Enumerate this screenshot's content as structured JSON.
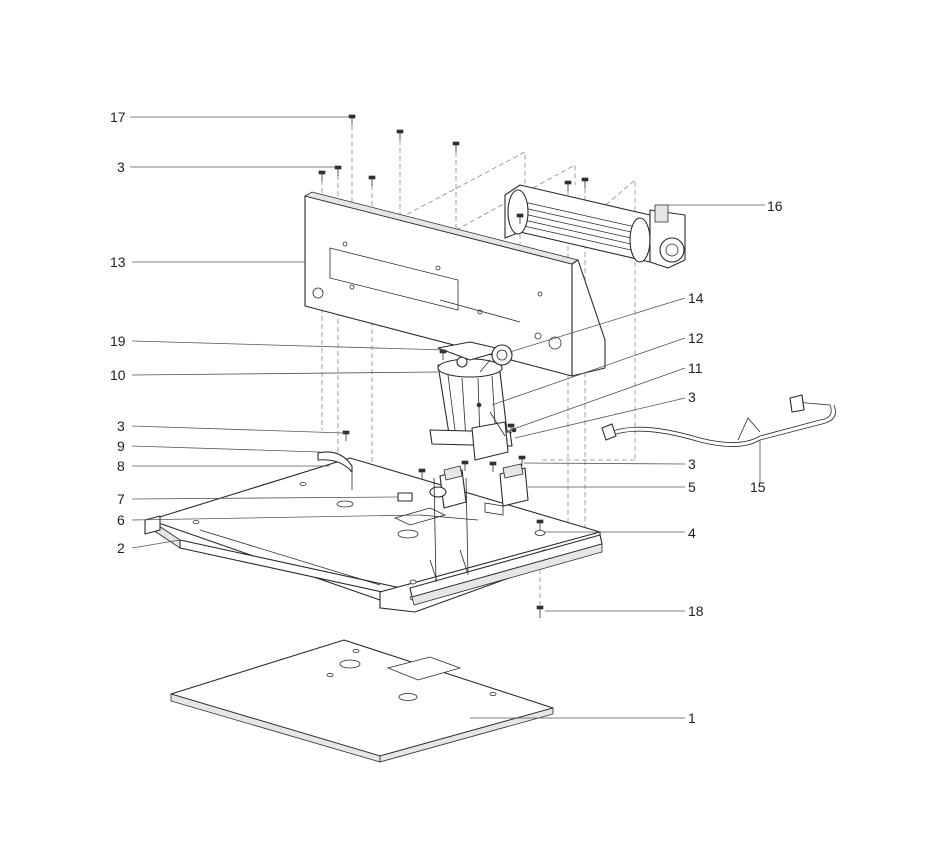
{
  "diagram": {
    "callouts": [
      {
        "id": "c17",
        "label": "17"
      },
      {
        "id": "c3a",
        "label": "3"
      },
      {
        "id": "c16",
        "label": "16"
      },
      {
        "id": "c13",
        "label": "13"
      },
      {
        "id": "c14",
        "label": "14"
      },
      {
        "id": "c19",
        "label": "19"
      },
      {
        "id": "c12",
        "label": "12"
      },
      {
        "id": "c10",
        "label": "10"
      },
      {
        "id": "c11",
        "label": "11"
      },
      {
        "id": "c3b",
        "label": "3"
      },
      {
        "id": "c3c",
        "label": "3"
      },
      {
        "id": "c9",
        "label": "9"
      },
      {
        "id": "c8",
        "label": "8"
      },
      {
        "id": "c3d",
        "label": "3"
      },
      {
        "id": "c15",
        "label": "15"
      },
      {
        "id": "c7",
        "label": "7"
      },
      {
        "id": "c5",
        "label": "5"
      },
      {
        "id": "c6",
        "label": "6"
      },
      {
        "id": "c4",
        "label": "4"
      },
      {
        "id": "c2",
        "label": "2"
      },
      {
        "id": "c18",
        "label": "18"
      },
      {
        "id": "c1",
        "label": "1"
      }
    ]
  }
}
